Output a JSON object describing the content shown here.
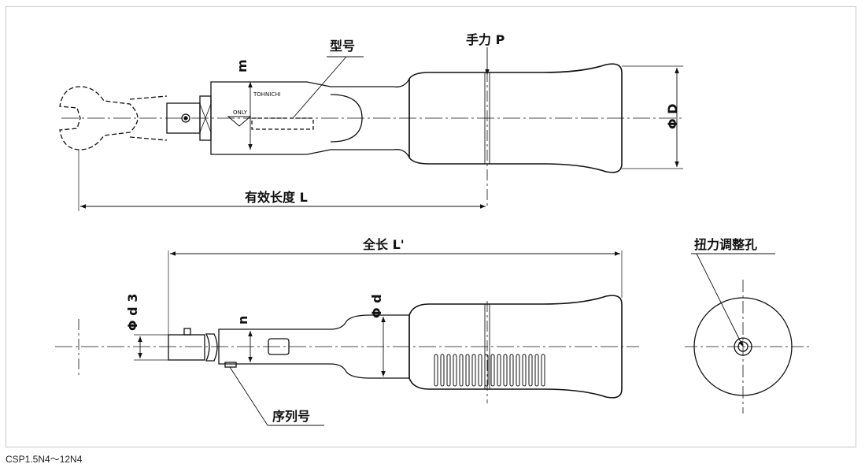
{
  "labels": {
    "model_no": "型号",
    "hand_force": "手力 P",
    "dim_m": "m",
    "dim_D": "Φ D",
    "effective_length": "有效长度 L",
    "overall_length": "全长 L'",
    "dim_d3": "Φ d 3",
    "dim_n": "n",
    "dim_d": "Φ d",
    "adjust_hole": "扭力调整孔",
    "serial_no": "序列号"
  },
  "marks": {
    "brand": "TOHNICHI",
    "only": "ONLY"
  },
  "caption": "CSP1.5N4～12N4",
  "colors": {
    "line": "#111111",
    "frame": "#c8c8c8"
  }
}
